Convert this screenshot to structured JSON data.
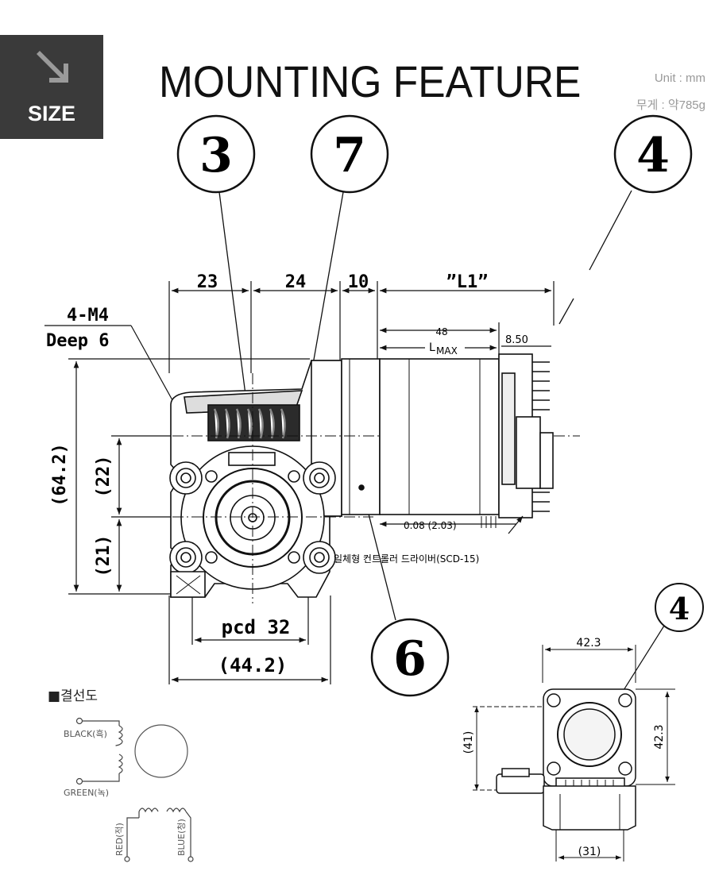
{
  "badge": {
    "label": "SIZE"
  },
  "header": {
    "title": "MOUNTING FEATURE",
    "unit_line": "Unit : mm",
    "weight_line": "무게 : 약785g"
  },
  "callouts": {
    "c3": "3",
    "c7": "7",
    "c4": "4",
    "c6": "6",
    "c4_small": "4"
  },
  "dimensions": {
    "d23": "23",
    "d24": "24",
    "d10": "10",
    "l1": "”L1”",
    "m4": "4-M4",
    "deep": "Deep 6",
    "lmax_num": "48",
    "lmax_l": "L",
    "lmax_sub": "MAX",
    "d850": "8.50",
    "h642": "(64.2)",
    "h22": "(22)",
    "h21": "(21)",
    "pcd": "pcd 32",
    "w442": "(44.2)",
    "d008": "0.08 (2.03)",
    "driver_note": "일체형 컨트롤러 드라이버(SCD-15)",
    "side_w": "42.3",
    "side_h": "42.3",
    "side_41": "(41)",
    "side_31": "(31)"
  },
  "wiring": {
    "title": "■결선도",
    "black": "BLACK(흑)",
    "green": "GREEN(녹)",
    "red": "RED(적)",
    "blue": "BLUE(청)"
  }
}
